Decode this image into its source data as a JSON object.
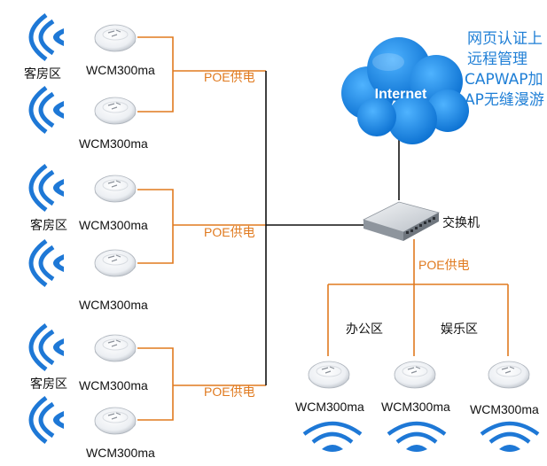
{
  "labels": {
    "guest_area_1": "客房区",
    "guest_area_2": "客房区",
    "guest_area_3": "客房区",
    "office_area": "办公区",
    "entertainment_area": "娱乐区",
    "switch": "交换机",
    "internet": "Internet"
  },
  "poe": {
    "poe_1": "POE供电",
    "poe_2": "POE供电",
    "poe_3": "POE供电",
    "poe_4": "POE供电"
  },
  "ap_models": {
    "ap_1": "WCM300ma",
    "ap_2": "WCM300ma",
    "ap_3": "WCM300ma",
    "ap_4": "WCM300ma",
    "ap_5": "WCM300ma",
    "ap_6": "WCM300ma",
    "ap_7": "WCM300ma",
    "ap_8": "WCM300ma",
    "ap_9": "WCM300ma"
  },
  "features": {
    "line_1": "网页认证上",
    "line_2": "远程管理",
    "line_3": "CAPWAP加",
    "line_4": "AP无缝漫游"
  },
  "icons": {
    "ap": "ceiling-access-point-icon",
    "wifi": "wifi-signal-icon",
    "switch": "network-switch-icon",
    "cloud": "internet-cloud-icon"
  },
  "colors": {
    "poe_line": "#e07a1f",
    "wifi_blue": "#1e78d6",
    "side_text": "#1f7fd6",
    "cloud_blue": "#1e8fe6"
  }
}
